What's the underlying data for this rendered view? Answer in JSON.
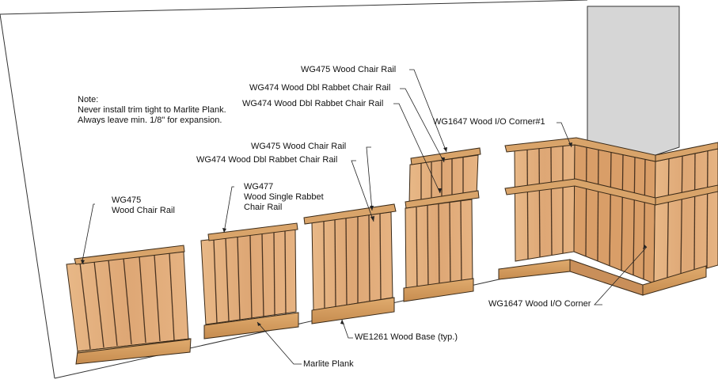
{
  "note": {
    "heading": "Note:",
    "line1": "Never install trim tight to Marlite Plank.",
    "line2": "Always leave min. 1/8\" for expansion."
  },
  "labels": {
    "wg475_left_line1": "WG475",
    "wg475_left_line2": "Wood Chair Rail",
    "wg477_line1": "WG477",
    "wg477_line2": "Wood Single Rabbet",
    "wg477_line3": "Chair Rail",
    "wg475_mid": "WG475 Wood Chair Rail",
    "wg474_mid": "WG474 Wood Dbl Rabbet Chair Rail",
    "wg475_top": "WG475 Wood Chair Rail",
    "wg474_top1": "WG474 Wood Dbl Rabbet Chair Rail",
    "wg474_top2": "WG474 Wood Dbl Rabbet Chair Rail",
    "wg1647_top": "WG1647 Wood I/O Corner#1",
    "wg1647_bottom": "WG1647 Wood I/O Corner",
    "we1261": "WE1261 Wood Base (typ.)",
    "marlite": "Marlite Plank"
  },
  "colors": {
    "wall": "#ffffff",
    "plank": "#e3b07f",
    "plank_dark": "#c98f5a",
    "groove": "#4a3320",
    "rail": "#d9a46a",
    "base": "#d29c5e",
    "column": "#d6d6d6",
    "column_side": "#eeeeee"
  }
}
